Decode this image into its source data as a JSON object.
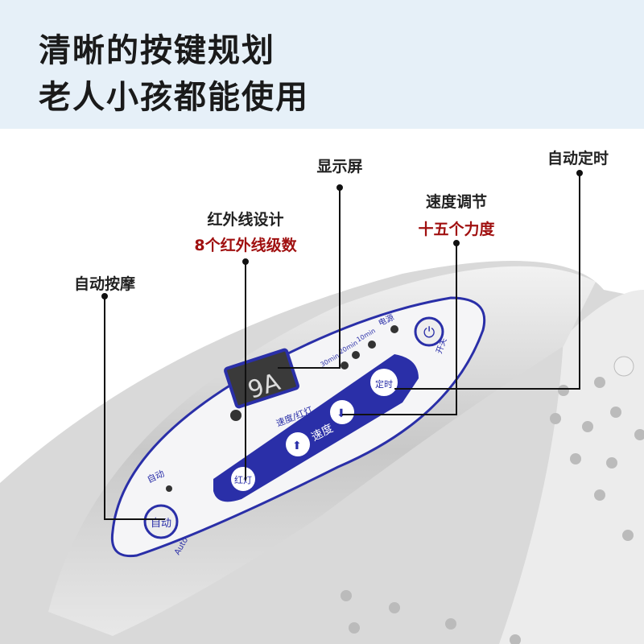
{
  "headline": {
    "line1": "清晰的按键规划",
    "line2": "老人小孩都能使用"
  },
  "callouts": {
    "display": "显示屏",
    "timer": "自动定时",
    "speed_title": "速度调节",
    "speed_sub": "十五个力度",
    "infrared_title": "红外线设计",
    "infrared_sub": "8个红外线级数",
    "auto": "自动按摩"
  },
  "panel": {
    "display_value": "9A",
    "display_caption": "速度/红灯",
    "timer_options": [
      "30min",
      "20min",
      "10min"
    ],
    "power_label": "电源",
    "power_button": "开关",
    "timer_button": "定时",
    "speed_label": "速度",
    "red_light_button": "红灯",
    "auto_indicator": "自动",
    "auto_button": "自动",
    "auto_en": "Auto"
  },
  "colors": {
    "accent": "#2a2fa8",
    "callout_red": "#a01010",
    "banner": "#e6f0f8"
  }
}
